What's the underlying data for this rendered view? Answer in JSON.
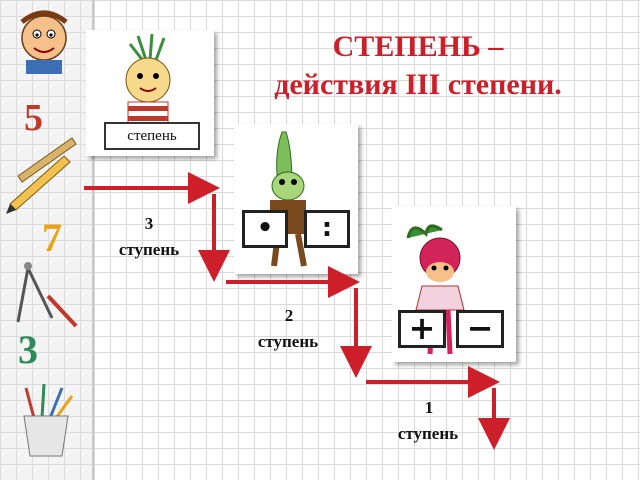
{
  "title": {
    "line1": "СТЕПЕНЬ –",
    "line2": "действия III степени."
  },
  "label": "степень",
  "steps": [
    {
      "number": "3",
      "word": "ступень",
      "operators": [
        "•",
        ":"
      ]
    },
    {
      "number": "2",
      "word": "ступень",
      "operators": [
        "+",
        "−"
      ]
    },
    {
      "number": "1",
      "word": "ступень",
      "operators": []
    }
  ],
  "margin_digits": [
    "5",
    "7",
    "3"
  ],
  "colors": {
    "title": "#cc1f2a",
    "arrow": "#cc1f2a",
    "digit_5": "#c0392b",
    "digit_7": "#e8a317",
    "digit_3": "#2e8b57"
  }
}
